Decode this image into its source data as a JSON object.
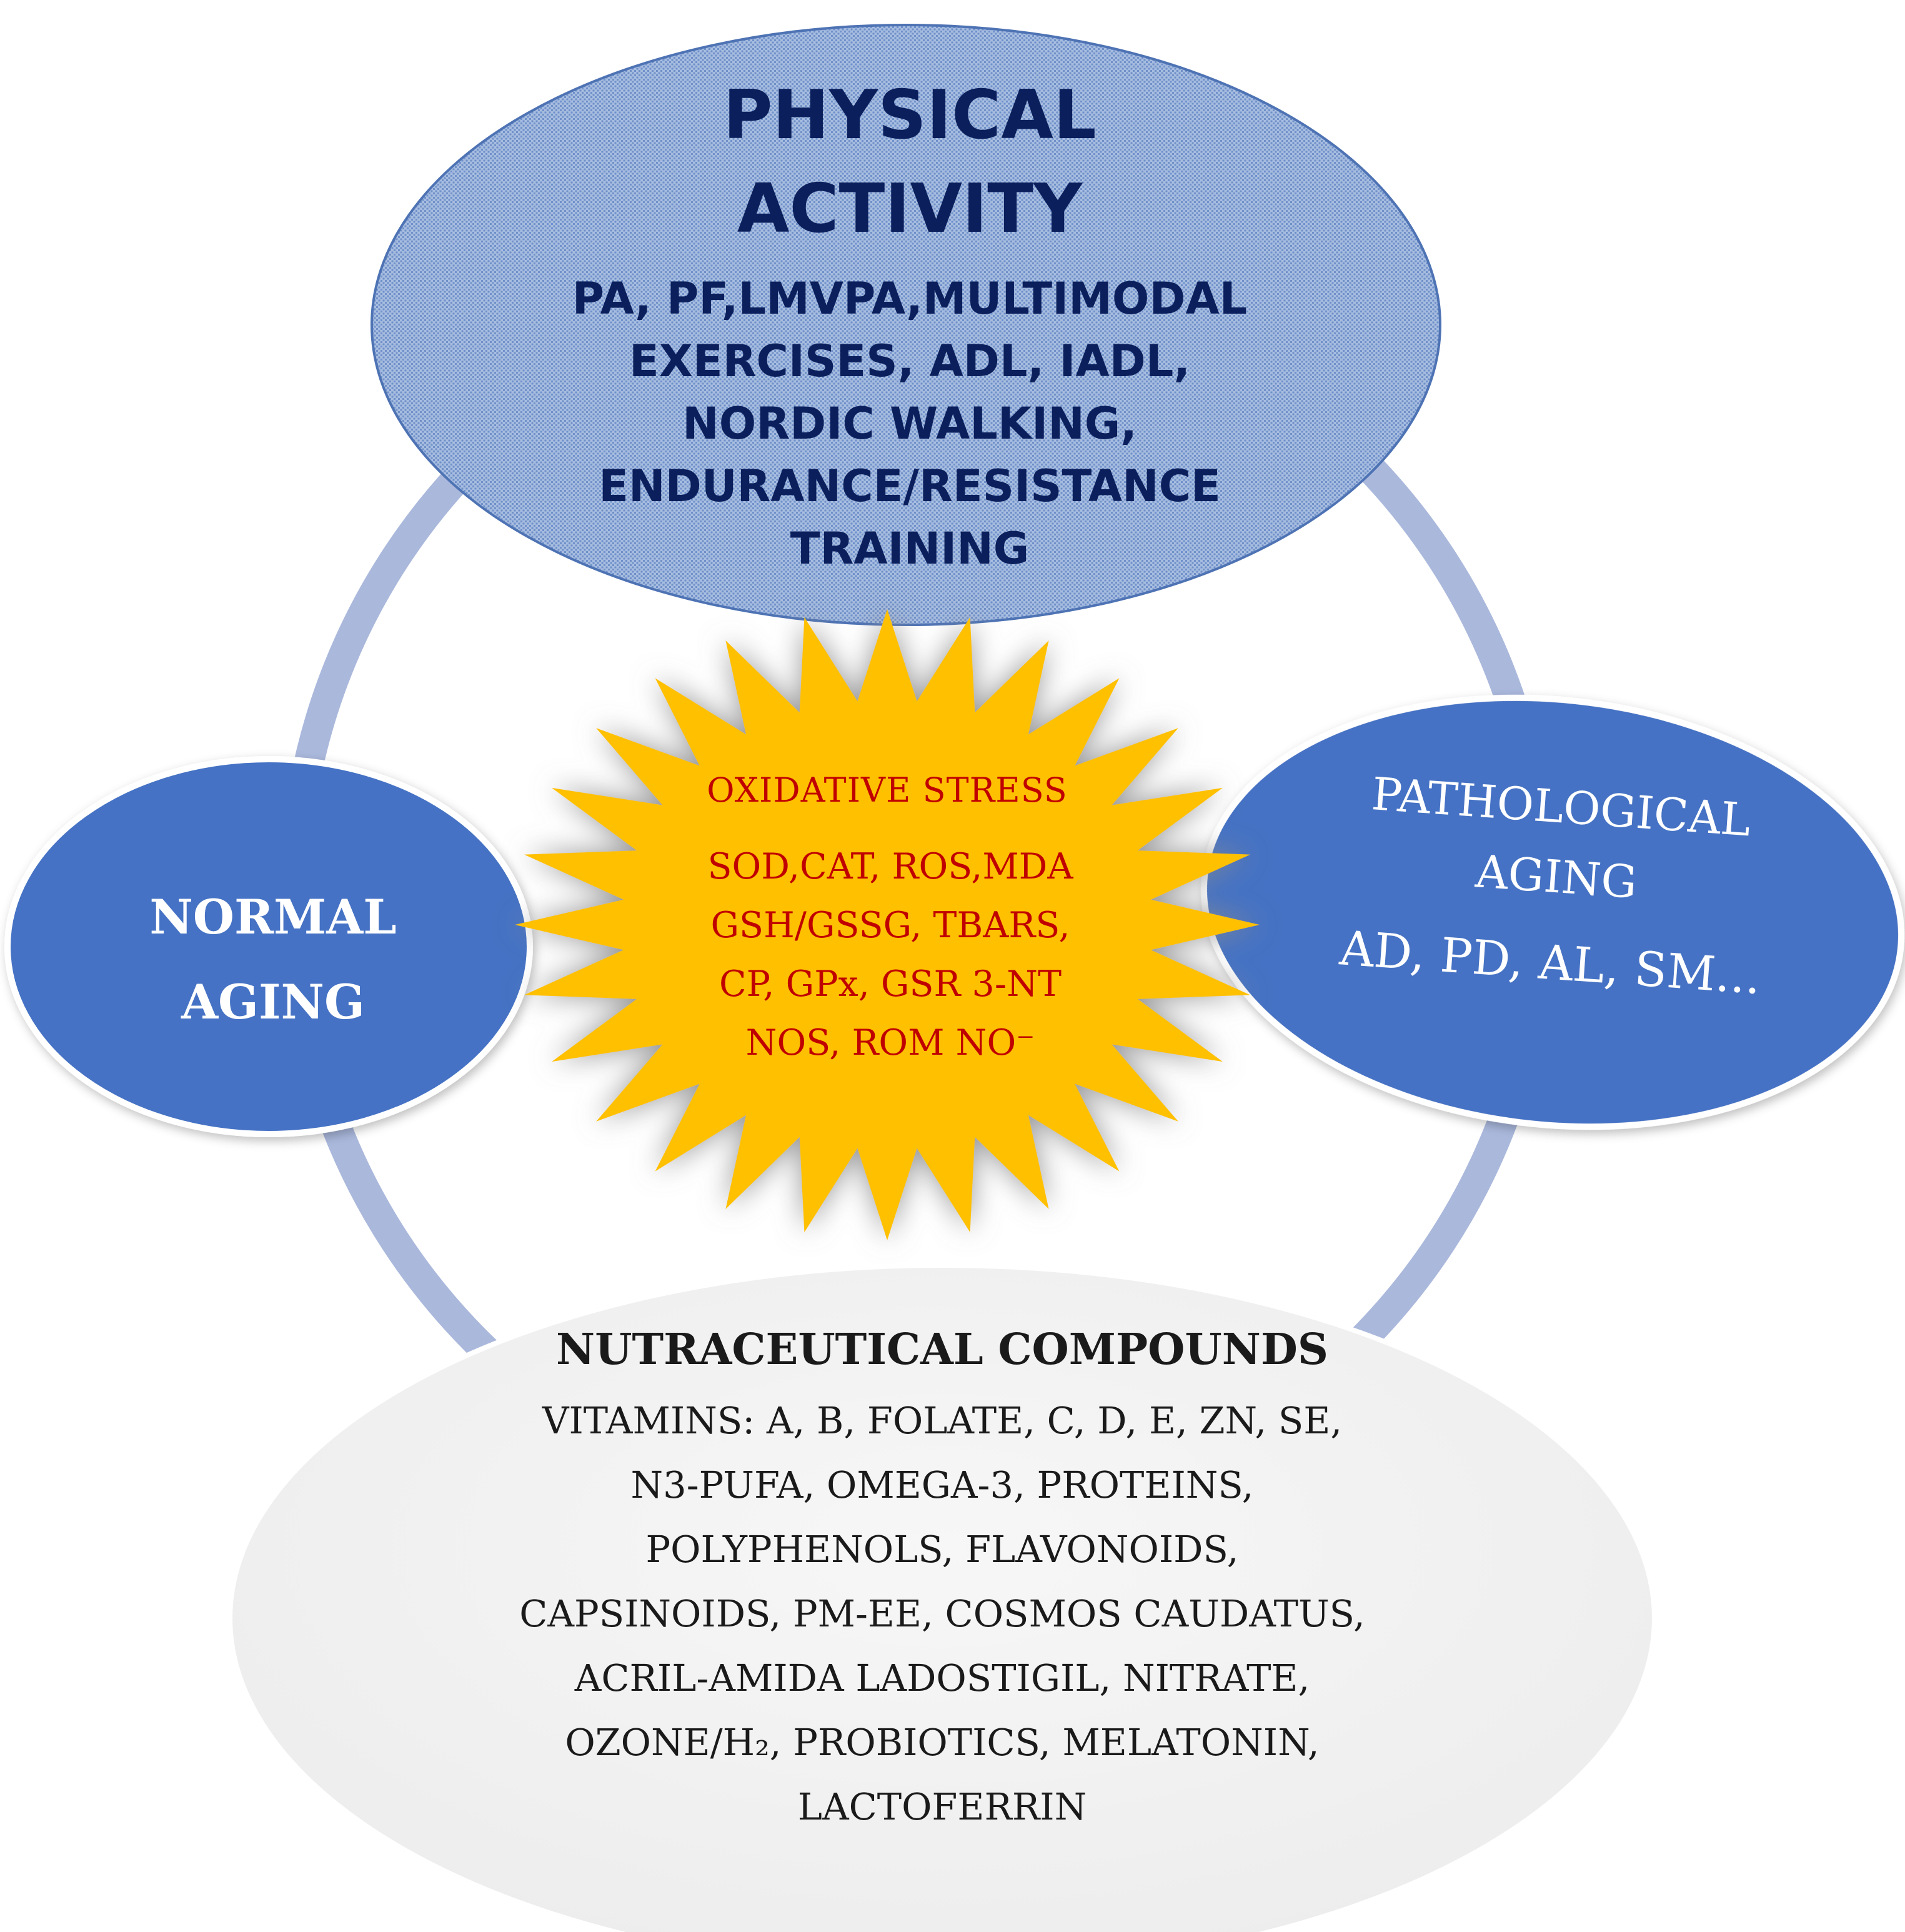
{
  "physical_activity": {
    "title_lines": [
      "PHYSICAL",
      "ACTIVITY"
    ],
    "item_lines": [
      "PA, PF,LMVPA,MULTIMODAL",
      "EXERCISES, ADL, IADL,",
      "NORDIC WALKING,",
      "ENDURANCE/RESISTANCE",
      "TRAINING"
    ]
  },
  "normal_aging": {
    "lines": [
      "NORMAL",
      "AGING"
    ]
  },
  "oxidative_stress": {
    "title": "OXIDATIVE STRESS",
    "item_lines": [
      "SOD,CAT, ROS,MDA",
      "GSH/GSSG, TBARS,",
      "CP, GPx, GSR 3-NT",
      "NOS, ROM NO⁻"
    ]
  },
  "pathological_aging": {
    "title_lines": [
      "PATHOLOGICAL",
      "AGING"
    ],
    "examples": "AD, PD, AL, SM..."
  },
  "nutraceutical": {
    "title": "NUTRACEUTICAL COMPOUNDS",
    "item_lines": [
      "VITAMINS: A, B, FOLATE, C, D, E, ZN, SE,",
      "N3-PUFA, OMEGA-3, PROTEINS,",
      "POLYPHENOLS, FLAVONOIDS,",
      "CAPSINOIDS, PM-EE, COSMOS CAUDATUS,",
      "ACRIL-AMIDA LADOSTIGIL, NITRATE,",
      "OZONE/H₂, PROBIOTICS, MELATONIN,",
      "LACTOFERRIN"
    ]
  },
  "colors": {
    "ring": "#aab8dc",
    "pa_fill": "#a7bde0",
    "pa_hatch": "#5d82c2",
    "blue_node": "#4472c4",
    "starburst": "#ffc000",
    "nutra_fill": "#f2f2f2",
    "dark_navy_text": "#0b1f5c",
    "red_text": "#c00000"
  }
}
